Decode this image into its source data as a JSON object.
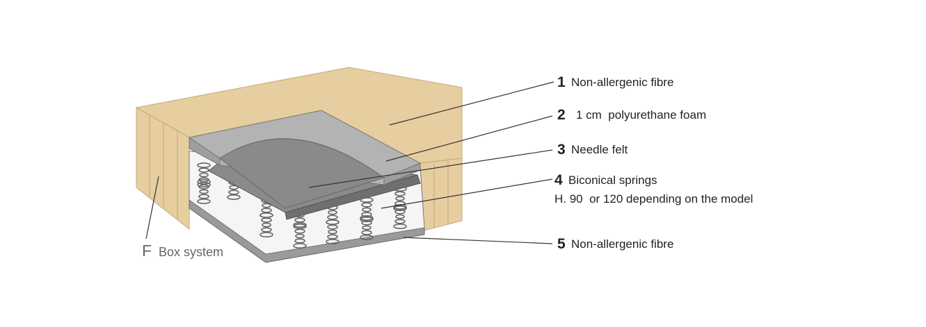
{
  "callouts": [
    {
      "number": "1",
      "text": "Non-allergenic fibre"
    },
    {
      "number": "2",
      "text": "1 cm  polyurethane foam"
    },
    {
      "number": "3",
      "text": "Needle felt"
    },
    {
      "number": "4",
      "text": "Biconical springs",
      "text2": "H. 90  or 120 depending on the model"
    },
    {
      "number": "5",
      "text": "Non-allergenic fibre"
    }
  ],
  "box": {
    "letter": "F",
    "text": "Box system"
  },
  "colors": {
    "fibre": "#e6cea0",
    "fibre_edge": "#c4a977",
    "foam": "#b3b3b3",
    "felt": "#8a8a8a",
    "springs_bg": "#f5f5f5",
    "spring": "#666666",
    "leader": "#333333"
  }
}
